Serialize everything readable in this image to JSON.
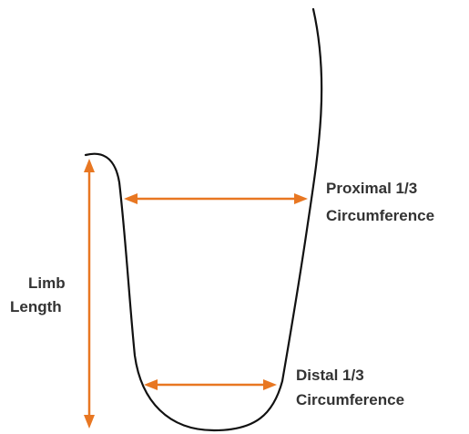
{
  "colors": {
    "outline": "#111111",
    "arrow": "#E87722",
    "text": "#333333"
  },
  "labels": {
    "proximal_line1": "Proximal 1/3",
    "proximal_line2": "Circumference",
    "distal_line1": "Distal 1/3",
    "distal_line2": "Circumference",
    "limb_line1": "Limb",
    "limb_line2": "Length"
  },
  "measurements": [
    {
      "id": "limb-length",
      "orientation": "vertical"
    },
    {
      "id": "proximal-circumference",
      "orientation": "horizontal"
    },
    {
      "id": "distal-circumference",
      "orientation": "horizontal"
    }
  ]
}
